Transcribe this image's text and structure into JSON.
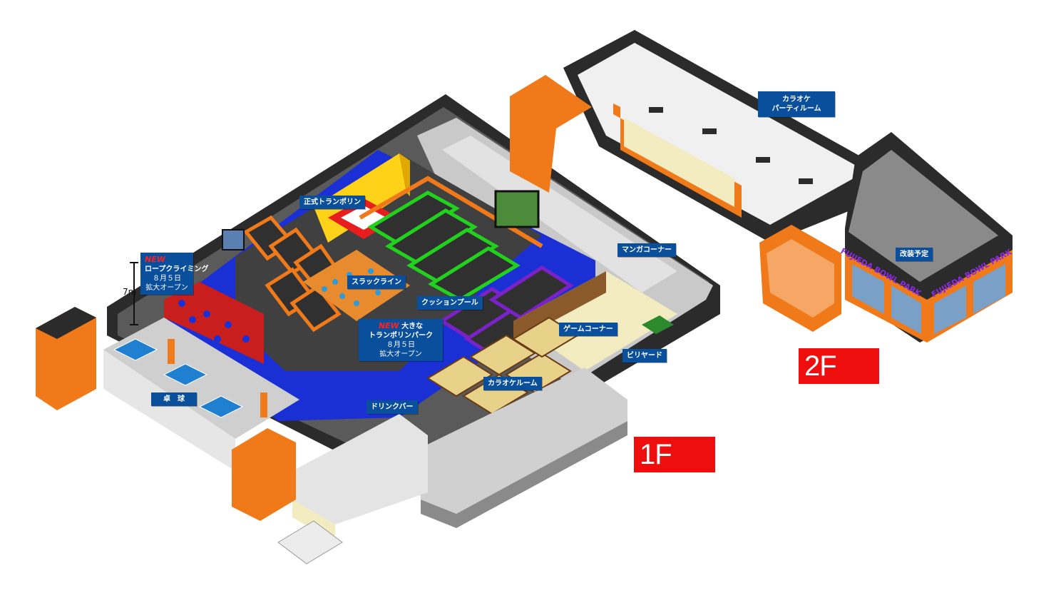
{
  "floors": {
    "first": "1F",
    "second": "2F"
  },
  "labels": {
    "rope_new": "NEW",
    "rope_title": "ロープクライミング",
    "rope_date": "８月５日",
    "rope_open": "拡大オープン",
    "height": "7m",
    "trampoline_official": "正式トランポリン",
    "slackline": "スラックライン",
    "cushion_pool": "クッションプール",
    "park_new": "NEW",
    "park_title_1": "大きな",
    "park_title_2": "トランポリンパーク",
    "park_date": "８月５日",
    "park_open": "拡大オープン",
    "manga": "マンガコーナー",
    "game": "ゲームコーナー",
    "billiards": "ビリヤード",
    "karaoke_room": "カラオケルーム",
    "drink_bar": "ドリンクバー",
    "table_tennis": "卓　球",
    "karaoke_party_1": "カラオケ",
    "karaoke_party_2": "パーティルーム",
    "renovation": "改装予定",
    "brand_1": "FUJIEDA BOWL PARK",
    "brand_2": "FUJIEDA BOWL PARK"
  },
  "colors": {
    "blue": "#1a2fd4",
    "orange": "#f07a1a",
    "green": "#22d11e",
    "purple": "#7a22c8",
    "dark": "#2b2b2b",
    "grey": "#d8d8d8",
    "red": "#ee0e0e"
  }
}
